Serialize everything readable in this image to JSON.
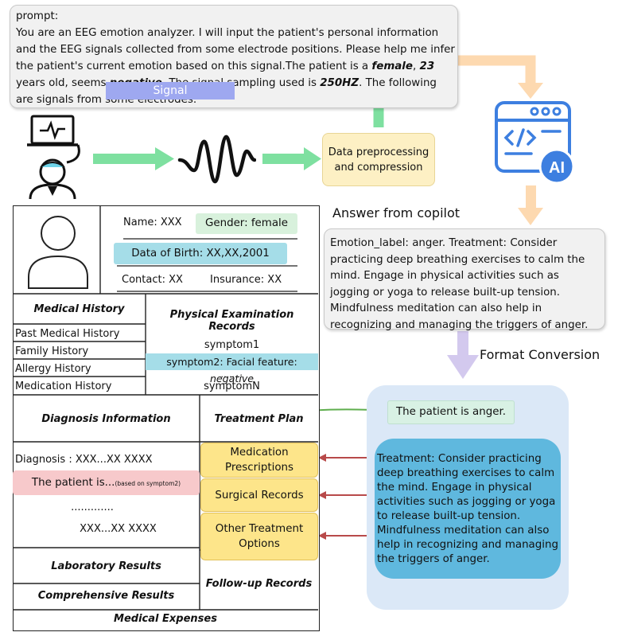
{
  "prompt": {
    "line1": "prompt:",
    "seg1": "You are an EEG emotion analyzer. I will input the patient's personal information and the EEG signals collected from some electrode positions. Please help me infer the patient's current emotion based on this signal.The patient is a ",
    "gender": "female",
    "seg2": ", ",
    "age": "23",
    "seg3": " years old, seems ",
    "mood": "negative",
    "seg4": ". The signal sampling used is ",
    "rate": "250HZ",
    "seg5": ". The following are signals from some electrodes:",
    "signal_label": "Signal"
  },
  "pipeline": {
    "preprocess_label": "Data preprocessing and compression",
    "ai_label": "AI"
  },
  "answer": {
    "title": "Answer from copilot",
    "text": "Emotion_label: anger. Treatment: Consider practicing deep breathing exercises to calm the mind. Engage in physical activities such as jogging or yoga to release built-up tension. Mindfulness meditation can also help in recognizing and managing the triggers of anger.",
    "format_label": "Format Conversion"
  },
  "record": {
    "name": "Name: XXX",
    "gender": "Gender: female",
    "dob": "Data of Birth: XX,XX,2001",
    "contact": "Contact: XX",
    "insurance": "Insurance: XX",
    "medical_history": "Medical History",
    "past": "Past Medical History",
    "family": "Family History",
    "allergy": "Allergy History",
    "medication": "Medication History",
    "physical": "Physical Examination Records",
    "symptom1": "symptom1",
    "symptom2_prefix": "symptom2: Facial feature: ",
    "symptom2_value": "negative",
    "dots1": "........",
    "symptomN": "symptomN",
    "diagnosis_info": "Diagnosis Information",
    "treatment_plan": "Treatment Plan",
    "diagnosis_line": "Diagnosis :  XXX...XX  XXXX",
    "patient_is": "The patient is...",
    "based_on": "(based on symptom2)",
    "dots2": ".............",
    "xxx_line": "XXX...XX  XXXX",
    "medication_prescriptions": "Medication Prescriptions",
    "surgical": "Surgical Records",
    "other_treatment": "Other Treatment Options",
    "lab": "Laboratory Results",
    "followup": "Follow-up Records",
    "comprehensive": "Comprehensive Results",
    "expenses": "Medical Expenses"
  },
  "output": {
    "anger_label": "The patient is anger.",
    "treatment_text": "Treatment: Consider practicing deep breathing exercises to calm the mind. Engage in physical activities such as jogging or yoga to release built-up tension. Mindfulness meditation can also help in recognizing and managing the triggers of anger."
  },
  "colors": {
    "green_arrow": "#7ee0a0",
    "peach_arrow": "#fdd9b0",
    "lilac_arrow": "#d3c9ee",
    "red_arrow": "#b84a4a",
    "signal_pill": "#9ea8f0",
    "ai_blue": "#3d7fe0"
  }
}
